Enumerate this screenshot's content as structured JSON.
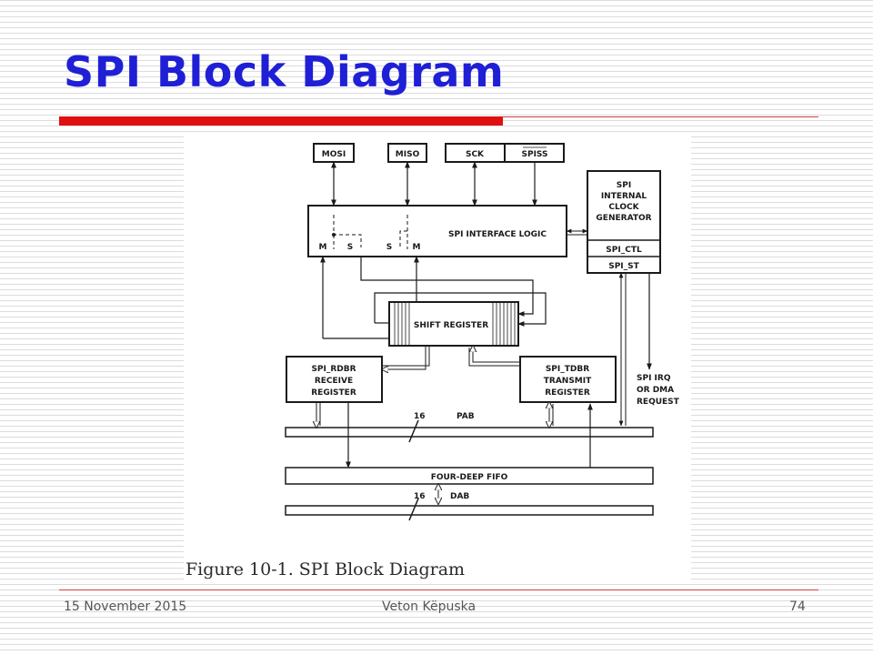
{
  "slide": {
    "title": "SPI Block Diagram",
    "footer_date": "15 November 2015",
    "footer_author": "Veton Këpuska",
    "page_number": "74",
    "title_color": "#1f1fd6",
    "accent_color": "#e01010"
  },
  "diagram": {
    "pins": {
      "mosi": "MOSI",
      "miso": "MISO",
      "sck": "SCK",
      "spiss": "SPISS"
    },
    "interface_logic": "SPI INTERFACE LOGIC",
    "port_labels": {
      "m_left": "M",
      "s_left": "S",
      "s_right": "S",
      "m_right": "M"
    },
    "clock_generator": {
      "line1": "SPI",
      "line2": "INTERNAL",
      "line3": "CLOCK",
      "line4": "GENERATOR",
      "ctl": "SPI_CTL",
      "st": "SPI_ST"
    },
    "shift_register": "SHIFT REGISTER",
    "rdbr": {
      "line1": "SPI_RDBR",
      "line2": "RECEIVE",
      "line3": "REGISTER"
    },
    "tdbr": {
      "line1": "SPI_TDBR",
      "line2": "TRANSMIT",
      "line3": "REGISTER"
    },
    "irq": {
      "line1": "SPI IRQ",
      "line2": "OR DMA",
      "line3": "REQUEST"
    },
    "pab": {
      "label": "PAB",
      "width": "16"
    },
    "fifo": "FOUR-DEEP FIFO",
    "dab": {
      "label": "DAB",
      "width": "16"
    },
    "caption": "Figure 10-1. SPI Block Diagram"
  }
}
